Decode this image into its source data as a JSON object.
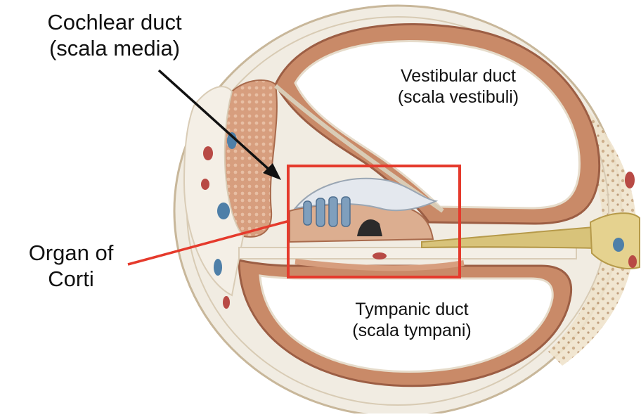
{
  "labels": {
    "cochlear_duct": {
      "line1": "Cochlear duct",
      "line2": "(scala media)"
    },
    "organ_of_corti": {
      "line1": "Organ of",
      "line2": "Corti"
    },
    "vestibular_duct": {
      "line1": "Vestibular duct",
      "line2": "(scala vestibuli)"
    },
    "tympanic_duct": {
      "line1": "Tympanic duct",
      "line2": "(scala tympani)"
    }
  },
  "colors": {
    "highlight_box": "#e53a2c",
    "leader_line": "#e53a2c",
    "arrow": "#111111",
    "bone": "#e9dcc4",
    "membrane_wall": "#c9896b",
    "stria": "#e2b79b",
    "nerve": "#d8c37a",
    "vessel_blue": "#4e7fa8",
    "vessel_red": "#b84a45",
    "tectorial": "#e4e8ee"
  }
}
